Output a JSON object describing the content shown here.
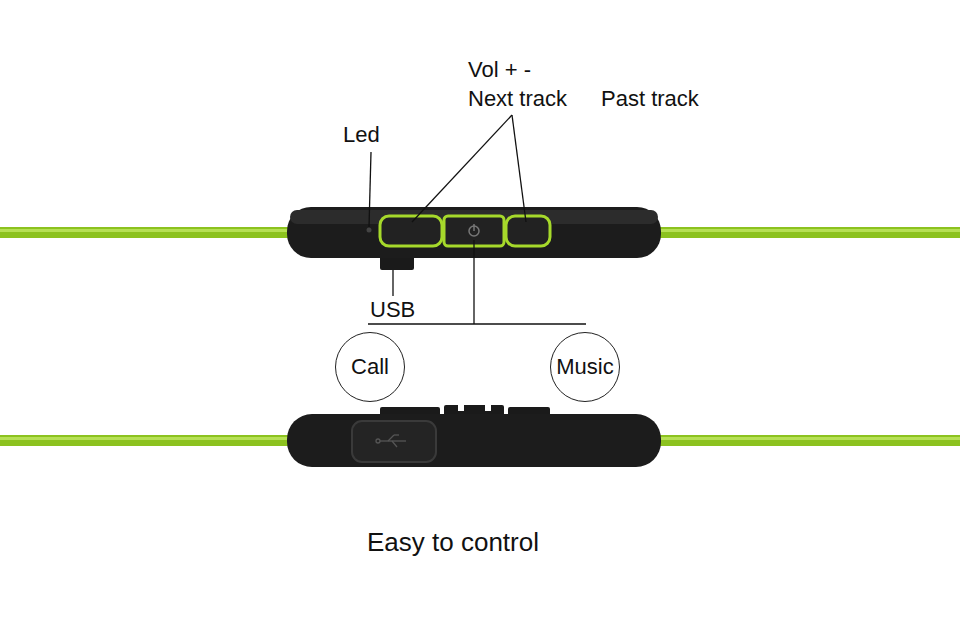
{
  "diagram": {
    "caption": "Easy to control",
    "nodes": [
      {
        "text": [
          "Call"
        ]
      },
      {
        "text": [
          "Music"
        ]
      }
    ],
    "labels": [
      "Vol + -",
      "Next track",
      "Past track",
      "Led",
      "USB"
    ]
  }
}
